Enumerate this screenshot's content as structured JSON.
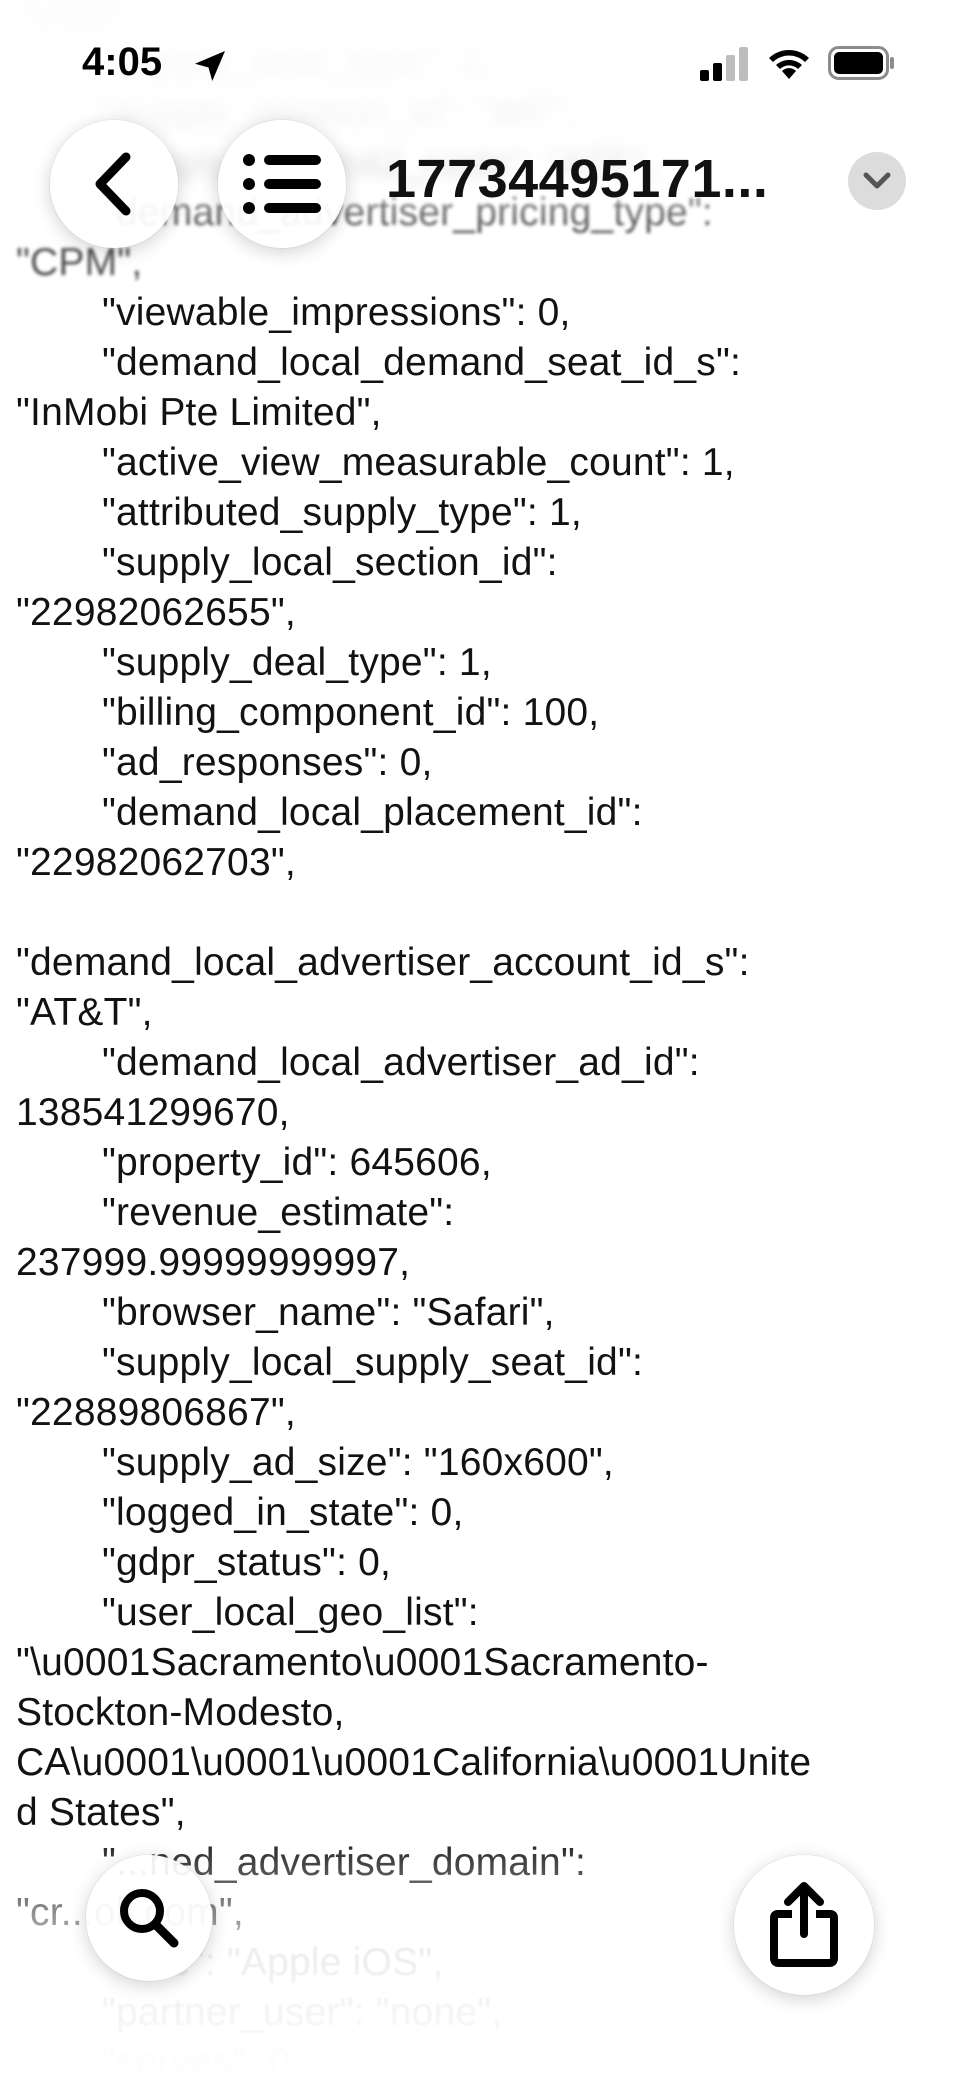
{
  "status_bar": {
    "time": "4:05",
    "location_icon": "location-arrow-icon",
    "signal_icon": "cellular-signal-icon",
    "wifi_icon": "wifi-icon",
    "battery_icon": "battery-icon"
  },
  "nav": {
    "back_icon": "chevron-left-icon",
    "list_icon": "list-icon",
    "title": "17734495171...",
    "title_menu_icon": "chevron-down-icon"
  },
  "toolbar": {
    "search_icon": "magnifying-glass-icon",
    "share_icon": "share-icon"
  },
  "content": {
    "lines": [
      {
        "text": "\"USD\",",
        "style": "blur-top",
        "indent": false
      },
      {
        "text": "\"supply_deal_type\": 1,",
        "style": "blur-top",
        "indent": true
      },
      {
        "text": "\"supply_position_id\": \"WP\",",
        "style": "blur-top",
        "indent": true
      },
      {
        "text": "\"supply_ad_unit2_code\": \"ATF\",",
        "style": "blur-top",
        "indent": true
      },
      {
        "text": "\"demand_advertiser_pricing_type\":",
        "style": "blur-mid",
        "indent": true
      },
      {
        "text": "\"CPM\",",
        "style": "blur-mid",
        "indent": false
      },
      {
        "text": "\"viewable_impressions\": 0,",
        "style": "",
        "indent": true
      },
      {
        "text": "\"demand_local_demand_seat_id_s\":",
        "style": "",
        "indent": true
      },
      {
        "text": "\"InMobi Pte Limited\",",
        "style": "",
        "indent": false
      },
      {
        "text": "\"active_view_measurable_count\": 1,",
        "style": "",
        "indent": true
      },
      {
        "text": "\"attributed_supply_type\": 1,",
        "style": "",
        "indent": true
      },
      {
        "text": "\"supply_local_section_id\":",
        "style": "",
        "indent": true
      },
      {
        "text": "\"22982062655\",",
        "style": "",
        "indent": false
      },
      {
        "text": "\"supply_deal_type\": 1,",
        "style": "",
        "indent": true
      },
      {
        "text": "\"billing_component_id\": 100,",
        "style": "",
        "indent": true
      },
      {
        "text": "\"ad_responses\": 0,",
        "style": "",
        "indent": true
      },
      {
        "text": "\"demand_local_placement_id\":",
        "style": "",
        "indent": true
      },
      {
        "text": "\"22982062703\",",
        "style": "",
        "indent": false
      },
      {
        "text": "",
        "style": "",
        "indent": false
      },
      {
        "text": "\"demand_local_advertiser_account_id_s\":",
        "style": "",
        "indent": false
      },
      {
        "text": "\"AT&T\",",
        "style": "",
        "indent": false
      },
      {
        "text": "\"demand_local_advertiser_ad_id\":",
        "style": "",
        "indent": true
      },
      {
        "text": "138541299670,",
        "style": "",
        "indent": false
      },
      {
        "text": "\"property_id\": 645606,",
        "style": "",
        "indent": true
      },
      {
        "text": "\"revenue_estimate\":",
        "style": "",
        "indent": true
      },
      {
        "text": "237999.99999999997,",
        "style": "",
        "indent": false
      },
      {
        "text": "\"browser_name\": \"Safari\",",
        "style": "",
        "indent": true
      },
      {
        "text": "\"supply_local_supply_seat_id\":",
        "style": "",
        "indent": true
      },
      {
        "text": "\"22889806867\",",
        "style": "",
        "indent": false
      },
      {
        "text": "\"supply_ad_size\": \"160x600\",",
        "style": "",
        "indent": true
      },
      {
        "text": "\"logged_in_state\": 0,",
        "style": "",
        "indent": true
      },
      {
        "text": "\"gdpr_status\": 0,",
        "style": "",
        "indent": true
      },
      {
        "text": "\"user_local_geo_list\":",
        "style": "",
        "indent": true
      },
      {
        "text": "\"\\u0001Sacramento\\u0001Sacramento-",
        "style": "",
        "indent": false
      },
      {
        "text": "Stockton-Modesto,",
        "style": "",
        "indent": false
      },
      {
        "text": "CA\\u0001\\u0001\\u0001California\\u0001Unite",
        "style": "",
        "indent": false
      },
      {
        "text": "d States\",",
        "style": "",
        "indent": false
      },
      {
        "text": "\"...ned_advertiser_domain\":",
        "style": "",
        "indent": true
      },
      {
        "text": "\"cr...oll.com\",",
        "style": "",
        "indent": false
      },
      {
        "text": "\"...ce\": \"Apple iOS\",",
        "style": "fade-bottom",
        "indent": true
      },
      {
        "text": "\"partner_user\": \"none\",",
        "style": "fade-bottom",
        "indent": true
      },
      {
        "text": "\"serves\": 0,",
        "style": "fade-bottom2",
        "indent": true
      }
    ]
  }
}
